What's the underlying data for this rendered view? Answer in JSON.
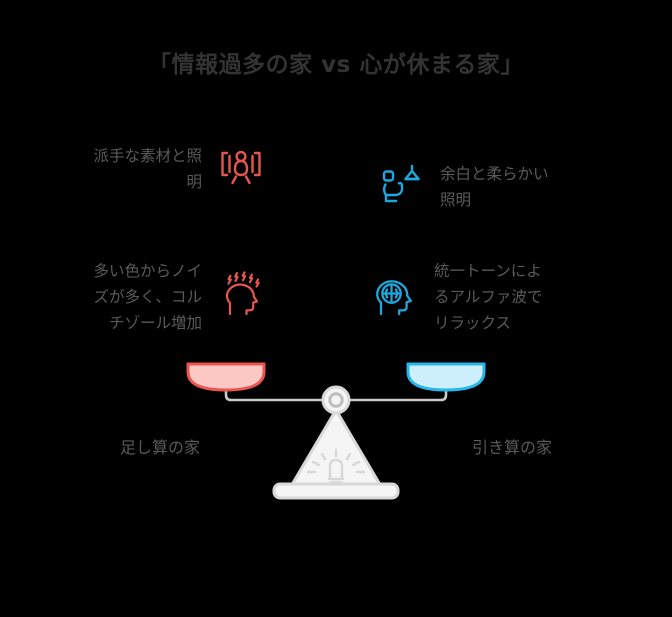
{
  "background_color": "#000000",
  "title": "「情報過多の家 vs 心が休まる家」",
  "colors": {
    "title_text": "#333333",
    "body_text": "#5a5a5a",
    "left_accent": "#e8564f",
    "right_accent": "#1ea7dd",
    "pan_left_fill": "#fbc8c4",
    "pan_left_stroke": "#e8564f",
    "pan_right_fill": "#cdeefb",
    "pan_right_stroke": "#29b6e8",
    "scale_gray": "#c9c9c9",
    "scale_body_fill": "#f5f5f5"
  },
  "left_column": {
    "accent": "#e8564f",
    "items": [
      {
        "text": "派手な素材と照\n明",
        "icon": "person-between-speakers-icon"
      },
      {
        "text": "多い色からノイ\nズが多く、コル\nチゾール増加",
        "icon": "stressed-head-icon"
      }
    ],
    "bottom_label": "足し算の家"
  },
  "right_column": {
    "accent": "#1ea7dd",
    "items": [
      {
        "text": "余白と柔らかい\n照明",
        "icon": "seated-person-lamp-icon"
      },
      {
        "text": "統一トーンによ\nるアルファ波で\nリラックス",
        "icon": "calm-brain-head-icon"
      }
    ],
    "bottom_label": "引き算の家"
  },
  "scale": {
    "icon": "balance-scale-icon",
    "left_pan": "red",
    "right_pan": "blue",
    "state": "balanced"
  }
}
